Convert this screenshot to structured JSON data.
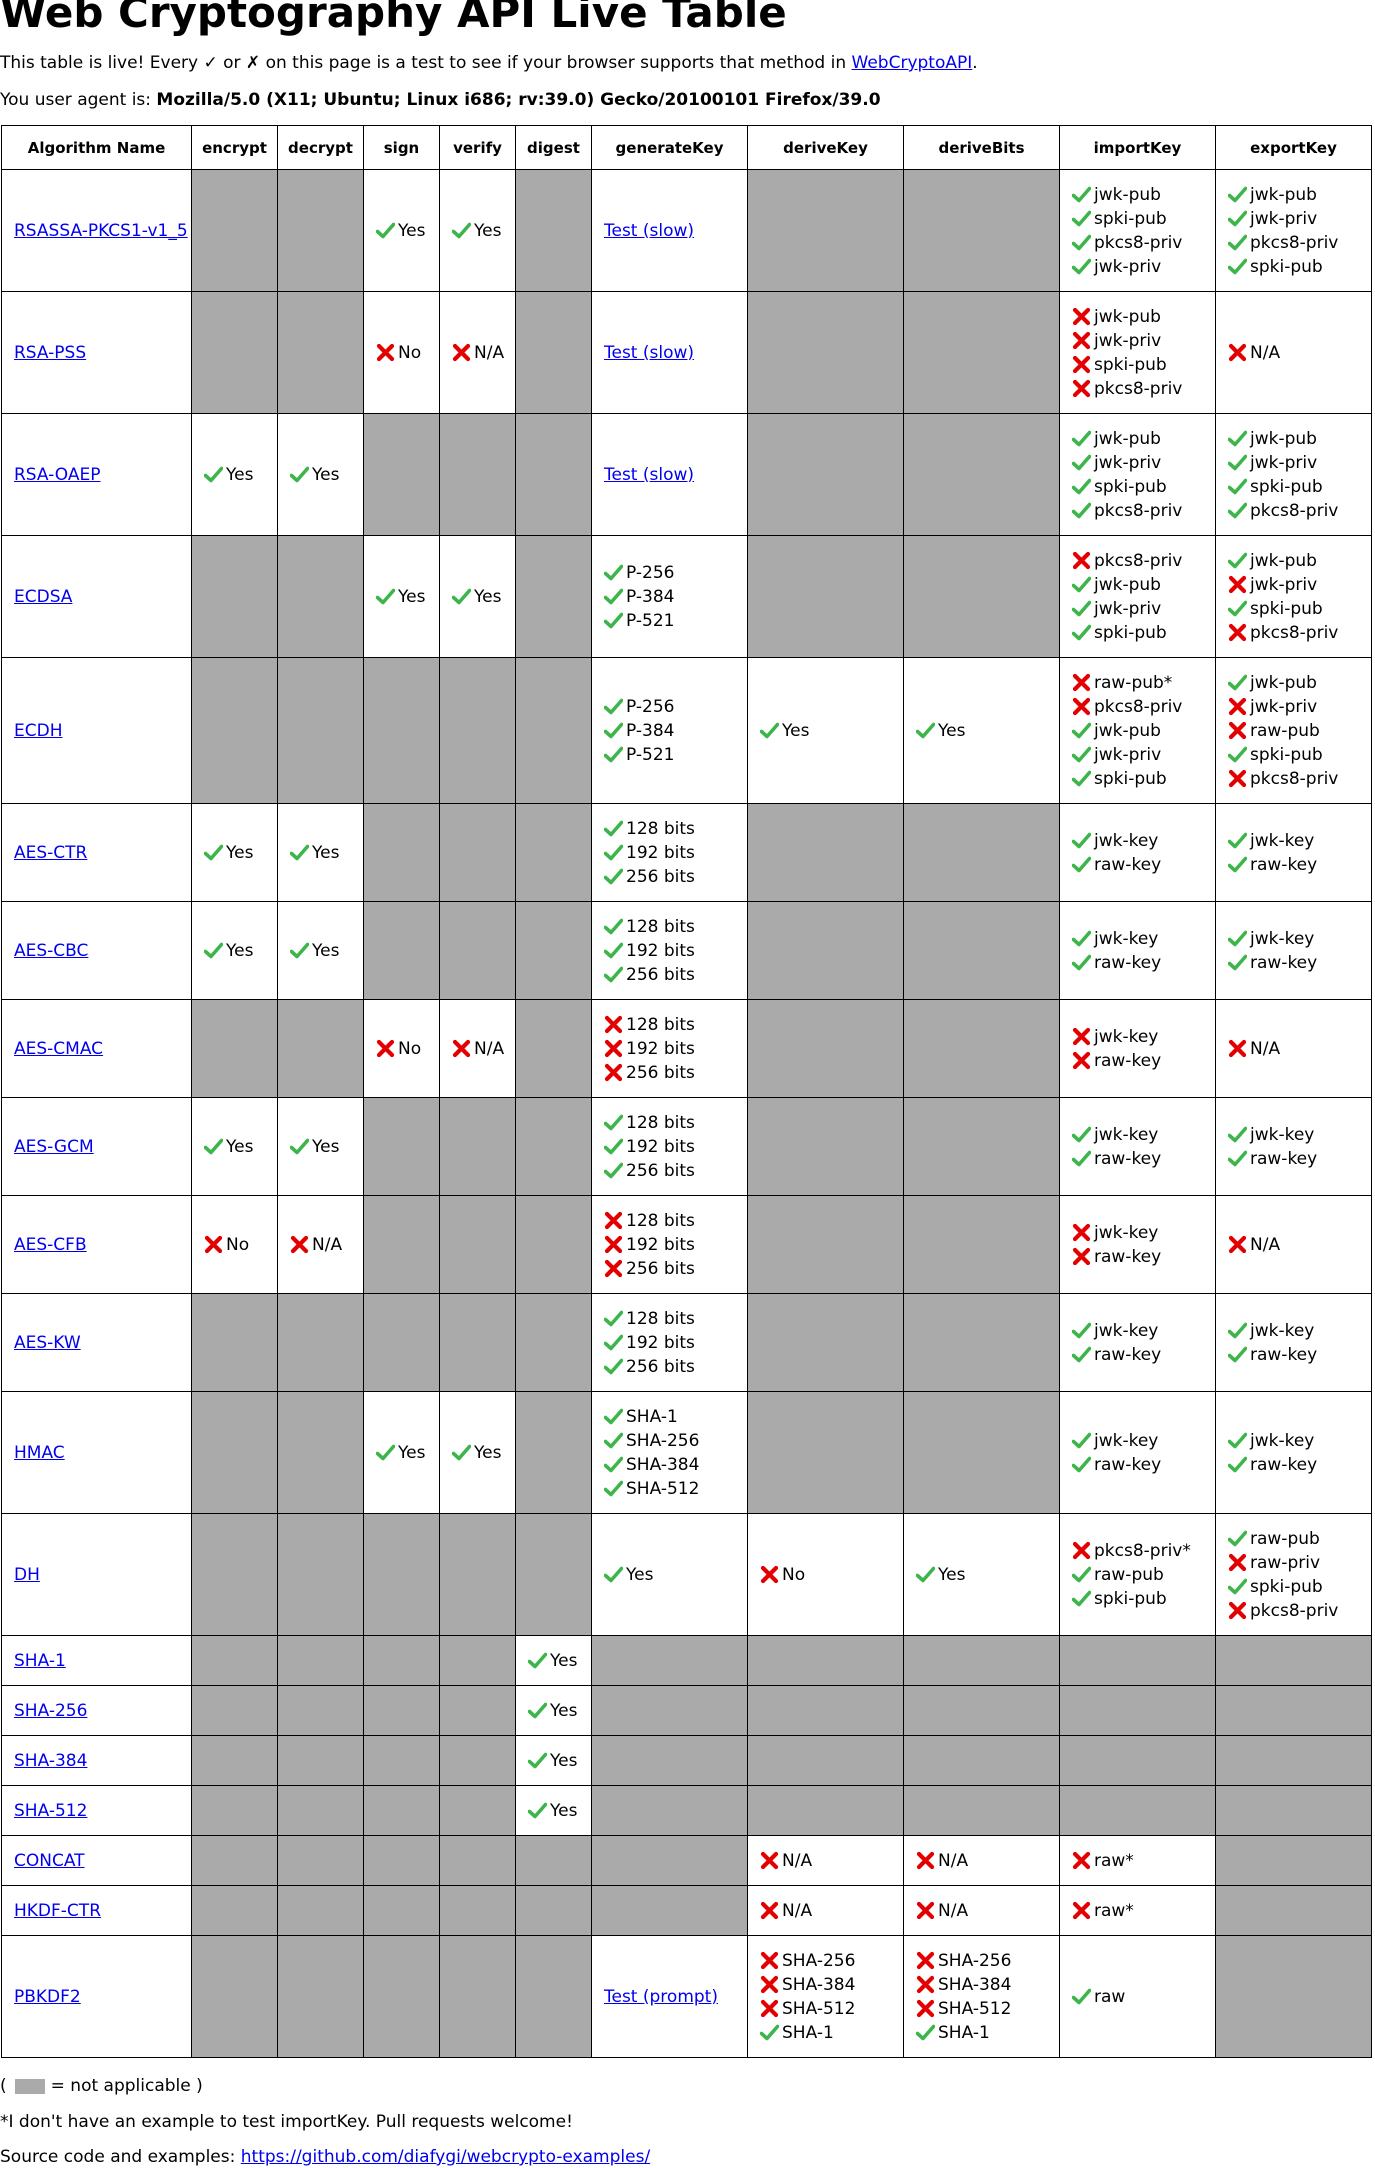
{
  "title": "Web Cryptography API Live Table",
  "intro": {
    "before_link": "This table is live! Every ✓ or ✗ on this page is a test to see if your browser supports that method in ",
    "link_text": "WebCryptoAPI",
    "after_link": "."
  },
  "user_agent": {
    "label": "You user agent is: ",
    "value": "Mozilla/5.0 (X11; Ubuntu; Linux i686; rv:39.0) Gecko/20100101 Firefox/39.0"
  },
  "columns": [
    "Algorithm Name",
    "encrypt",
    "decrypt",
    "sign",
    "verify",
    "digest",
    "generateKey",
    "deriveKey",
    "deriveBits",
    "importKey",
    "exportKey"
  ],
  "colors": {
    "na_cell": "#aaaaaa",
    "pass": "#3cb54a",
    "fail": "#e20000",
    "link": "#0000ee"
  },
  "rows": [
    {
      "name": "RSASSA-PKCS1-v1_5",
      "cells": [
        null,
        null,
        [
          {
            "s": "pass",
            "t": "Yes"
          }
        ],
        [
          {
            "s": "pass",
            "t": "Yes"
          }
        ],
        null,
        [
          {
            "link": "Test (slow)"
          }
        ],
        null,
        null,
        [
          {
            "s": "pass",
            "t": "jwk-pub"
          },
          {
            "s": "pass",
            "t": "spki-pub"
          },
          {
            "s": "pass",
            "t": "pkcs8-priv"
          },
          {
            "s": "pass",
            "t": "jwk-priv"
          }
        ],
        [
          {
            "s": "pass",
            "t": "jwk-pub"
          },
          {
            "s": "pass",
            "t": "jwk-priv"
          },
          {
            "s": "pass",
            "t": "pkcs8-priv"
          },
          {
            "s": "pass",
            "t": "spki-pub"
          }
        ]
      ]
    },
    {
      "name": "RSA-PSS",
      "cells": [
        null,
        null,
        [
          {
            "s": "fail",
            "t": "No"
          }
        ],
        [
          {
            "s": "fail",
            "t": "N/A"
          }
        ],
        null,
        [
          {
            "link": "Test (slow)"
          }
        ],
        null,
        null,
        [
          {
            "s": "fail",
            "t": "jwk-pub"
          },
          {
            "s": "fail",
            "t": "jwk-priv"
          },
          {
            "s": "fail",
            "t": "spki-pub"
          },
          {
            "s": "fail",
            "t": "pkcs8-priv"
          }
        ],
        [
          {
            "s": "fail",
            "t": "N/A"
          }
        ]
      ]
    },
    {
      "name": "RSA-OAEP",
      "cells": [
        [
          {
            "s": "pass",
            "t": "Yes"
          }
        ],
        [
          {
            "s": "pass",
            "t": "Yes"
          }
        ],
        null,
        null,
        null,
        [
          {
            "link": "Test (slow)"
          }
        ],
        null,
        null,
        [
          {
            "s": "pass",
            "t": "jwk-pub"
          },
          {
            "s": "pass",
            "t": "jwk-priv"
          },
          {
            "s": "pass",
            "t": "spki-pub"
          },
          {
            "s": "pass",
            "t": "pkcs8-priv"
          }
        ],
        [
          {
            "s": "pass",
            "t": "jwk-pub"
          },
          {
            "s": "pass",
            "t": "jwk-priv"
          },
          {
            "s": "pass",
            "t": "spki-pub"
          },
          {
            "s": "pass",
            "t": "pkcs8-priv"
          }
        ]
      ]
    },
    {
      "name": "ECDSA",
      "cells": [
        null,
        null,
        [
          {
            "s": "pass",
            "t": "Yes"
          }
        ],
        [
          {
            "s": "pass",
            "t": "Yes"
          }
        ],
        null,
        [
          {
            "s": "pass",
            "t": "P-256"
          },
          {
            "s": "pass",
            "t": "P-384"
          },
          {
            "s": "pass",
            "t": "P-521"
          }
        ],
        null,
        null,
        [
          {
            "s": "fail",
            "t": "pkcs8-priv"
          },
          {
            "s": "pass",
            "t": "jwk-pub"
          },
          {
            "s": "pass",
            "t": "jwk-priv"
          },
          {
            "s": "pass",
            "t": "spki-pub"
          }
        ],
        [
          {
            "s": "pass",
            "t": "jwk-pub"
          },
          {
            "s": "fail",
            "t": "jwk-priv"
          },
          {
            "s": "pass",
            "t": "spki-pub"
          },
          {
            "s": "fail",
            "t": "pkcs8-priv"
          }
        ]
      ]
    },
    {
      "name": "ECDH",
      "cells": [
        null,
        null,
        null,
        null,
        null,
        [
          {
            "s": "pass",
            "t": "P-256"
          },
          {
            "s": "pass",
            "t": "P-384"
          },
          {
            "s": "pass",
            "t": "P-521"
          }
        ],
        [
          {
            "s": "pass",
            "t": "Yes"
          }
        ],
        [
          {
            "s": "pass",
            "t": "Yes"
          }
        ],
        [
          {
            "s": "fail",
            "t": "raw-pub*"
          },
          {
            "s": "fail",
            "t": "pkcs8-priv"
          },
          {
            "s": "pass",
            "t": "jwk-pub"
          },
          {
            "s": "pass",
            "t": "jwk-priv"
          },
          {
            "s": "pass",
            "t": "spki-pub"
          }
        ],
        [
          {
            "s": "pass",
            "t": "jwk-pub"
          },
          {
            "s": "fail",
            "t": "jwk-priv"
          },
          {
            "s": "fail",
            "t": "raw-pub"
          },
          {
            "s": "pass",
            "t": "spki-pub"
          },
          {
            "s": "fail",
            "t": "pkcs8-priv"
          }
        ]
      ]
    },
    {
      "name": "AES-CTR",
      "cells": [
        [
          {
            "s": "pass",
            "t": "Yes"
          }
        ],
        [
          {
            "s": "pass",
            "t": "Yes"
          }
        ],
        null,
        null,
        null,
        [
          {
            "s": "pass",
            "t": "128 bits"
          },
          {
            "s": "pass",
            "t": "192 bits"
          },
          {
            "s": "pass",
            "t": "256 bits"
          }
        ],
        null,
        null,
        [
          {
            "s": "pass",
            "t": "jwk-key"
          },
          {
            "s": "pass",
            "t": "raw-key"
          }
        ],
        [
          {
            "s": "pass",
            "t": "jwk-key"
          },
          {
            "s": "pass",
            "t": "raw-key"
          }
        ]
      ]
    },
    {
      "name": "AES-CBC",
      "cells": [
        [
          {
            "s": "pass",
            "t": "Yes"
          }
        ],
        [
          {
            "s": "pass",
            "t": "Yes"
          }
        ],
        null,
        null,
        null,
        [
          {
            "s": "pass",
            "t": "128 bits"
          },
          {
            "s": "pass",
            "t": "192 bits"
          },
          {
            "s": "pass",
            "t": "256 bits"
          }
        ],
        null,
        null,
        [
          {
            "s": "pass",
            "t": "jwk-key"
          },
          {
            "s": "pass",
            "t": "raw-key"
          }
        ],
        [
          {
            "s": "pass",
            "t": "jwk-key"
          },
          {
            "s": "pass",
            "t": "raw-key"
          }
        ]
      ]
    },
    {
      "name": "AES-CMAC",
      "cells": [
        null,
        null,
        [
          {
            "s": "fail",
            "t": "No"
          }
        ],
        [
          {
            "s": "fail",
            "t": "N/A"
          }
        ],
        null,
        [
          {
            "s": "fail",
            "t": "128 bits"
          },
          {
            "s": "fail",
            "t": "192 bits"
          },
          {
            "s": "fail",
            "t": "256 bits"
          }
        ],
        null,
        null,
        [
          {
            "s": "fail",
            "t": "jwk-key"
          },
          {
            "s": "fail",
            "t": "raw-key"
          }
        ],
        [
          {
            "s": "fail",
            "t": "N/A"
          }
        ]
      ]
    },
    {
      "name": "AES-GCM",
      "cells": [
        [
          {
            "s": "pass",
            "t": "Yes"
          }
        ],
        [
          {
            "s": "pass",
            "t": "Yes"
          }
        ],
        null,
        null,
        null,
        [
          {
            "s": "pass",
            "t": "128 bits"
          },
          {
            "s": "pass",
            "t": "192 bits"
          },
          {
            "s": "pass",
            "t": "256 bits"
          }
        ],
        null,
        null,
        [
          {
            "s": "pass",
            "t": "jwk-key"
          },
          {
            "s": "pass",
            "t": "raw-key"
          }
        ],
        [
          {
            "s": "pass",
            "t": "jwk-key"
          },
          {
            "s": "pass",
            "t": "raw-key"
          }
        ]
      ]
    },
    {
      "name": "AES-CFB",
      "cells": [
        [
          {
            "s": "fail",
            "t": "No"
          }
        ],
        [
          {
            "s": "fail",
            "t": "N/A"
          }
        ],
        null,
        null,
        null,
        [
          {
            "s": "fail",
            "t": "128 bits"
          },
          {
            "s": "fail",
            "t": "192 bits"
          },
          {
            "s": "fail",
            "t": "256 bits"
          }
        ],
        null,
        null,
        [
          {
            "s": "fail",
            "t": "jwk-key"
          },
          {
            "s": "fail",
            "t": "raw-key"
          }
        ],
        [
          {
            "s": "fail",
            "t": "N/A"
          }
        ]
      ]
    },
    {
      "name": "AES-KW",
      "cells": [
        null,
        null,
        null,
        null,
        null,
        [
          {
            "s": "pass",
            "t": "128 bits"
          },
          {
            "s": "pass",
            "t": "192 bits"
          },
          {
            "s": "pass",
            "t": "256 bits"
          }
        ],
        null,
        null,
        [
          {
            "s": "pass",
            "t": "jwk-key"
          },
          {
            "s": "pass",
            "t": "raw-key"
          }
        ],
        [
          {
            "s": "pass",
            "t": "jwk-key"
          },
          {
            "s": "pass",
            "t": "raw-key"
          }
        ]
      ]
    },
    {
      "name": "HMAC",
      "cells": [
        null,
        null,
        [
          {
            "s": "pass",
            "t": "Yes"
          }
        ],
        [
          {
            "s": "pass",
            "t": "Yes"
          }
        ],
        null,
        [
          {
            "s": "pass",
            "t": "SHA-1"
          },
          {
            "s": "pass",
            "t": "SHA-256"
          },
          {
            "s": "pass",
            "t": "SHA-384"
          },
          {
            "s": "pass",
            "t": "SHA-512"
          }
        ],
        null,
        null,
        [
          {
            "s": "pass",
            "t": "jwk-key"
          },
          {
            "s": "pass",
            "t": "raw-key"
          }
        ],
        [
          {
            "s": "pass",
            "t": "jwk-key"
          },
          {
            "s": "pass",
            "t": "raw-key"
          }
        ]
      ]
    },
    {
      "name": "DH",
      "cells": [
        null,
        null,
        null,
        null,
        null,
        [
          {
            "s": "pass",
            "t": "Yes"
          }
        ],
        [
          {
            "s": "fail",
            "t": "No"
          }
        ],
        [
          {
            "s": "pass",
            "t": "Yes"
          }
        ],
        [
          {
            "s": "fail",
            "t": "pkcs8-priv*"
          },
          {
            "s": "pass",
            "t": "raw-pub"
          },
          {
            "s": "pass",
            "t": "spki-pub"
          }
        ],
        [
          {
            "s": "pass",
            "t": "raw-pub"
          },
          {
            "s": "fail",
            "t": "raw-priv"
          },
          {
            "s": "pass",
            "t": "spki-pub"
          },
          {
            "s": "fail",
            "t": "pkcs8-priv"
          }
        ]
      ]
    },
    {
      "name": "SHA-1",
      "cells": [
        null,
        null,
        null,
        null,
        [
          {
            "s": "pass",
            "t": "Yes"
          }
        ],
        null,
        null,
        null,
        null,
        null
      ]
    },
    {
      "name": "SHA-256",
      "cells": [
        null,
        null,
        null,
        null,
        [
          {
            "s": "pass",
            "t": "Yes"
          }
        ],
        null,
        null,
        null,
        null,
        null
      ]
    },
    {
      "name": "SHA-384",
      "cells": [
        null,
        null,
        null,
        null,
        [
          {
            "s": "pass",
            "t": "Yes"
          }
        ],
        null,
        null,
        null,
        null,
        null
      ]
    },
    {
      "name": "SHA-512",
      "cells": [
        null,
        null,
        null,
        null,
        [
          {
            "s": "pass",
            "t": "Yes"
          }
        ],
        null,
        null,
        null,
        null,
        null
      ]
    },
    {
      "name": "CONCAT",
      "cells": [
        null,
        null,
        null,
        null,
        null,
        null,
        [
          {
            "s": "fail",
            "t": "N/A"
          }
        ],
        [
          {
            "s": "fail",
            "t": "N/A"
          }
        ],
        [
          {
            "s": "fail",
            "t": "raw*"
          }
        ],
        null
      ]
    },
    {
      "name": "HKDF-CTR",
      "cells": [
        null,
        null,
        null,
        null,
        null,
        null,
        [
          {
            "s": "fail",
            "t": "N/A"
          }
        ],
        [
          {
            "s": "fail",
            "t": "N/A"
          }
        ],
        [
          {
            "s": "fail",
            "t": "raw*"
          }
        ],
        null
      ]
    },
    {
      "name": "PBKDF2",
      "cells": [
        null,
        null,
        null,
        null,
        null,
        [
          {
            "link": "Test (prompt)"
          }
        ],
        [
          {
            "s": "fail",
            "t": "SHA-256"
          },
          {
            "s": "fail",
            "t": "SHA-384"
          },
          {
            "s": "fail",
            "t": "SHA-512"
          },
          {
            "s": "pass",
            "t": "SHA-1"
          }
        ],
        [
          {
            "s": "fail",
            "t": "SHA-256"
          },
          {
            "s": "fail",
            "t": "SHA-384"
          },
          {
            "s": "fail",
            "t": "SHA-512"
          },
          {
            "s": "pass",
            "t": "SHA-1"
          }
        ],
        [
          {
            "s": "pass",
            "t": "raw"
          }
        ],
        null
      ]
    }
  ],
  "legend": {
    "open": "(",
    "text": "= not applicable )"
  },
  "footnote": "*I don't have an example to test importKey. Pull requests welcome!",
  "source": {
    "label": "Source code and examples: ",
    "link_text": "https://github.com/diafygi/webcrypto-examples/"
  }
}
